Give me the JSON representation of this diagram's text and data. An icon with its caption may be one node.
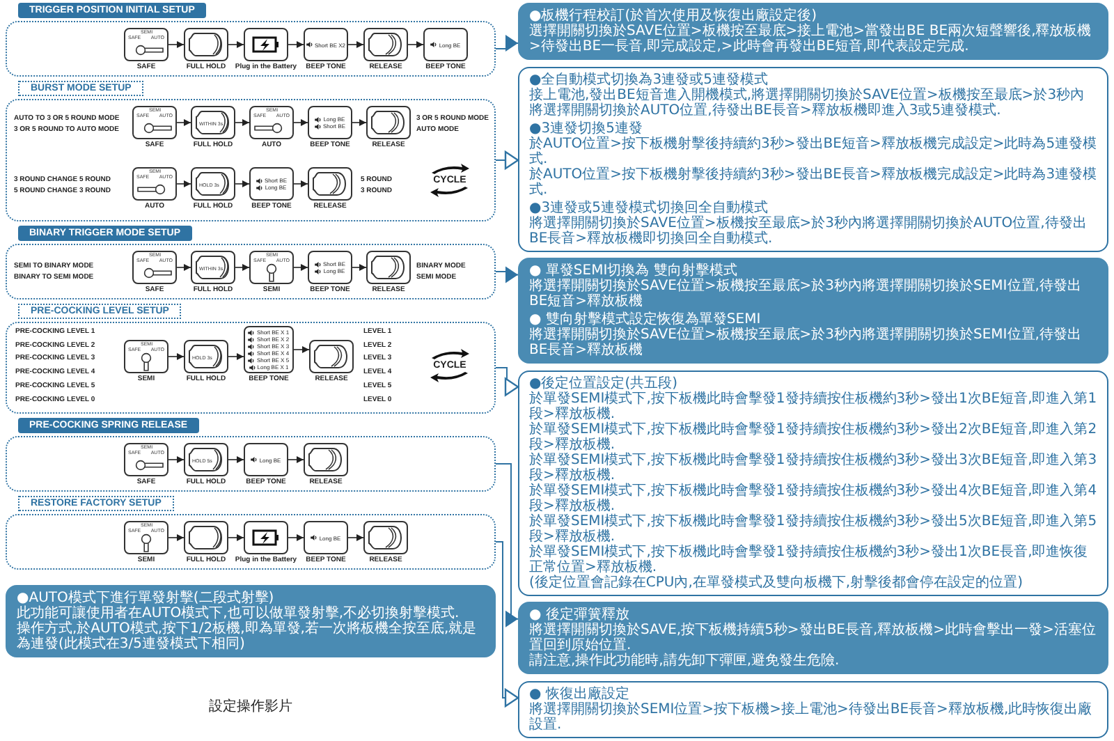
{
  "diagram": {
    "nodes": [
      {
        "text": [
          "TRIGGER POSITION INITIAL SETUP"
        ]
      },
      {
        "text": [
          "SAFE",
          "SEMI",
          "AUTO"
        ],
        "in": 0,
        "beside": [
          "SAFE"
        ]
      },
      {
        "text": [],
        "shape": "picture",
        "in": 0,
        "beside": [
          "FULL HOLD"
        ]
      },
      {
        "text": [],
        "shape": "picture",
        "in": 0,
        "beside": [
          "Plug in the Battery"
        ]
      },
      {
        "text": [
          "Short BE X2"
        ],
        "in": 0,
        "beside": [
          "BEEP TONE"
        ]
      },
      {
        "text": [],
        "shape": "picture",
        "in": 0,
        "beside": [
          "RELEASE"
        ]
      },
      {
        "text": [
          "Long BE"
        ],
        "in": 0,
        "beside": [
          "BEEP TONE"
        ]
      },
      {
        "text": [
          "BURST MODE SETUP",
          "AUTO TO 3 OR 5 ROUND MODE",
          "3 OR 5 ROUND TO AUTO MODE",
          "3 OR 5 ROUND MODE",
          "AUTO MODE",
          "3 ROUND CHANGE 5 ROUND",
          "5 ROUND CHANGE 3 ROUND",
          "5 ROUND",
          "3 ROUND",
          "CYCLE"
        ]
      },
      {
        "text": [
          "SAFE",
          "SEMI",
          "AUTO"
        ],
        "in": 7,
        "beside": [
          "SAFE"
        ]
      },
      {
        "text": [
          "WITHIN 3s"
        ],
        "in": 7,
        "beside": [
          "FULL HOLD"
        ]
      },
      {
        "text": [
          "SAFE",
          "SEMI",
          "AUTO"
        ],
        "in": 7,
        "beside": [
          "AUTO"
        ]
      },
      {
        "text": [
          "Long BE",
          "Short BE"
        ],
        "in": 7,
        "beside": [
          "BEEP TONE"
        ]
      },
      {
        "text": [],
        "shape": "picture",
        "in": 7,
        "beside": [
          "RELEASE"
        ]
      },
      {
        "text": [
          "SAFE",
          "SEMI",
          "AUTO"
        ],
        "in": 7,
        "beside": [
          "AUTO"
        ]
      },
      {
        "text": [
          "HOLD 3s"
        ],
        "in": 7,
        "beside": [
          "FULL HOLD"
        ]
      },
      {
        "text": [
          "Short BE",
          "Long BE"
        ],
        "in": 7,
        "beside": [
          "BEEP TONE"
        ]
      },
      {
        "text": [],
        "shape": "picture",
        "in": 7,
        "beside": [
          "RELEASE"
        ]
      },
      {
        "text": [
          "BINARY TRIGGER MODE SETUP",
          "SEMI TO BINARY MODE",
          "BINARY TO SEMI MODE",
          "BINARY MODE",
          "SEMI MODE"
        ]
      },
      {
        "text": [
          "SAFE",
          "SEMI",
          "AUTO"
        ],
        "in": 17,
        "beside": [
          "SAFE"
        ]
      },
      {
        "text": [
          "WITHIN 3s"
        ],
        "in": 17,
        "beside": [
          "FULL HOLD"
        ]
      },
      {
        "text": [
          "SAFE",
          "SEMI",
          "AUTO"
        ],
        "in": 17,
        "beside": [
          "SEMI"
        ]
      },
      {
        "text": [
          "Short BE",
          "Long BE"
        ],
        "in": 17,
        "beside": [
          "BEEP TONE"
        ]
      },
      {
        "text": [],
        "shape": "picture",
        "in": 17,
        "beside": [
          "RELEASE"
        ]
      },
      {
        "text": [
          "PRE-COCKING LEVEL SETUP",
          "PRE-COCKING LEVEL 1",
          "PRE-COCKING LEVEL 2",
          "PRE-COCKING LEVEL 3",
          "PRE-COCKING LEVEL 4",
          "PRE-COCKING LEVEL 5",
          "PRE-COCKING LEVEL 0",
          "LEVEL 1",
          "LEVEL 2",
          "LEVEL 3",
          "LEVEL 4",
          "LEVEL 5",
          "LEVEL 0",
          "CYCLE"
        ]
      },
      {
        "text": [
          "SAFE",
          "SEMI",
          "AUTO"
        ],
        "in": 23,
        "beside": [
          "SEMI"
        ]
      },
      {
        "text": [
          "HOLD 3s"
        ],
        "in": 23,
        "beside": [
          "FULL HOLD"
        ]
      },
      {
        "text": [
          "Short BE X 1",
          "Short BE X 2",
          "Short BE X 3",
          "Short BE X 4",
          "Short BE X 5",
          "Long BE X 1"
        ],
        "in": 23,
        "beside": [
          "BEEP TONE"
        ]
      },
      {
        "text": [],
        "shape": "picture",
        "in": 23,
        "beside": [
          "RELEASE"
        ]
      },
      {
        "text": [
          "PRE-COCKING SPRING RELEASE"
        ]
      },
      {
        "text": [
          "SAFE",
          "SEMI",
          "AUTO"
        ],
        "in": 28,
        "beside": [
          "SAFE"
        ]
      },
      {
        "text": [
          "HOLD 5s"
        ],
        "in": 28,
        "beside": [
          "FULL HOLD"
        ]
      },
      {
        "text": [
          "Long BE"
        ],
        "in": 28,
        "beside": [
          "BEEP TONE"
        ]
      },
      {
        "text": [],
        "shape": "picture",
        "in": 28,
        "beside": [
          "RELEASE"
        ]
      },
      {
        "text": [
          "RESTORE FACTORY SETUP"
        ]
      },
      {
        "text": [
          "SAFE",
          "SEMI",
          "AUTO"
        ],
        "in": 33,
        "beside": [
          "SEMI"
        ]
      },
      {
        "text": [],
        "shape": "picture",
        "in": 33,
        "beside": [
          "FULL HOLD"
        ]
      },
      {
        "text": [],
        "shape": "picture",
        "in": 33,
        "beside": [
          "Plug in the Battery"
        ]
      },
      {
        "text": [
          "Long BE"
        ],
        "in": 33,
        "beside": [
          "BEEP TONE"
        ]
      },
      {
        "text": [],
        "shape": "picture",
        "in": 33,
        "beside": [
          "RELEASE"
        ]
      },
      {
        "text": [
          "●板機行程校訂(於首次使用及恢復出廠設定後)",
          "選擇開關切換於SAVE位置>板機按至最底>接上電池>當發出BE BE兩次短聲響後,釋放板機>待發出BE一長音,即完成設定,>此時會再發出BE短音,即代表設定完成."
        ]
      },
      {
        "text": [
          "●全自動模式切換為3連發或5連發模式",
          "接上電池,發出BE短音進入開機模式,將選擇開關切換於SAVE位置>板機按至最底>於3秒內將選擇開關切換於AUTO位置,待發出BE長音>釋放板機即進入3或5連發模式.",
          "●3連發切換5連發",
          "於AUTO位置>按下板機射擊後持續約3秒>發出BE短音>釋放板機完成設定>此時為5連發模式.",
          "於AUTO位置>按下板機射擊後持續約3秒>發出BE長音>釋放板機完成設定>此時為3連發模式.",
          "●3連發或5連發模式切換回全自動模式",
          "將選擇開關切換於SAVE位置>板機按至最底>於3秒內將選擇開關切換於AUTO位置,待發出BE長音>釋放板機即切換回全自動模式."
        ]
      },
      {
        "text": [
          "● 單發SEMI切換為 雙向射擊模式",
          "將選擇開關切換於SAVE位置>板機按至最底>於3秒內將選擇開關切換於SEMI位置,待發出BE短音>釋放板機",
          "● 雙向射擊模式設定恢復為單發SEMI",
          "將選擇開關切換於SAVE位置>板機按至最底>於3秒內將選擇開關切換於SEMI位置,待發出BE長音>釋放板機"
        ]
      },
      {
        "text": [
          "●後定位置設定(共五段)",
          "於單發SEMI模式下,按下板機此時會擊發1發持續按住板機約3秒>發出1次BE短音,即進入第1段>釋放板機.",
          "於單發SEMI模式下,按下板機此時會擊發1發持續按住板機約3秒>發出2次BE短音,即進入第2段>釋放板機.",
          "於單發SEMI模式下,按下板機此時會擊發1發持續按住板機約3秒>發出3次BE短音,即進入第3段>釋放板機.",
          "於單發SEMI模式下,按下板機此時會擊發1發持續按住板機約3秒>發出4次BE短音,即進入第4段>釋放板機.",
          "於單發SEMI模式下,按下板機此時會擊發1發持續按住板機約3秒>發出5次BE短音,即進入第5段>釋放板機.",
          "於單發SEMI模式下,按下板機此時會擊發1發持續按住板機約3秒>發出1次BE長音,即進恢復正常位置>釋放板機.",
          "(後定位置會記錄在CPU內,在單發模式及雙向板機下,射擊後都會停在設定的位置)"
        ]
      },
      {
        "text": [
          "● 後定彈簧釋放",
          "將選擇開關切換於SAVE,按下板機持續5秒>發出BE長音,釋放板機>此時會擊出一發>活塞位置回到原始位置.",
          "請注意,操作此功能時,請先卸下彈匣,避免發生危險."
        ]
      },
      {
        "text": [
          "● 恢復出廠設定",
          "將選擇開關切換於SEMI位置>按下板機>接上電池>待發出BE長音>釋放板機,此時恢復出廠設置."
        ]
      },
      {
        "text": [
          "●AUTO模式下進行單發射擊(二段式射擊)",
          "此功能可讓使用者在AUTO模式下,也可以做單發射擊,不必切換射擊模式.",
          "操作方式,於AUTO模式,按下1/2板機,即為單發,若一次將板機全按至底,就是為連發(此模式在3/5連發模式下相同)"
        ]
      }
    ],
    "edges": [
      {
        "from": 1,
        "to": 2,
        "arrow": "to"
      },
      {
        "from": 2,
        "to": 3,
        "arrow": "to"
      },
      {
        "from": 3,
        "to": 4,
        "arrow": "to"
      },
      {
        "from": 4,
        "to": 5,
        "arrow": "to"
      },
      {
        "from": 5,
        "to": 6,
        "arrow": "to"
      },
      {
        "from": 8,
        "to": 9,
        "arrow": "to"
      },
      {
        "from": 9,
        "to": 10,
        "arrow": "to"
      },
      {
        "from": 10,
        "to": 11,
        "arrow": "to"
      },
      {
        "from": 11,
        "to": 12,
        "arrow": "to"
      },
      {
        "from": 13,
        "to": 14,
        "arrow": "to"
      },
      {
        "from": 14,
        "to": 15,
        "arrow": "to"
      },
      {
        "from": 15,
        "to": 16,
        "arrow": "to"
      },
      {
        "from": 18,
        "to": 19,
        "arrow": "to"
      },
      {
        "from": 19,
        "to": 20,
        "arrow": "to"
      },
      {
        "from": 20,
        "to": 21,
        "arrow": "to"
      },
      {
        "from": 21,
        "to": 22,
        "arrow": "to"
      },
      {
        "from": 24,
        "to": 25,
        "arrow": "to"
      },
      {
        "from": 25,
        "to": 26,
        "arrow": "to"
      },
      {
        "from": 26,
        "to": 27,
        "arrow": "to"
      },
      {
        "from": 29,
        "to": 30,
        "arrow": "to"
      },
      {
        "from": 30,
        "to": 31,
        "arrow": "to"
      },
      {
        "from": 31,
        "to": 32,
        "arrow": "to"
      },
      {
        "from": 34,
        "to": 35,
        "arrow": "to"
      },
      {
        "from": 35,
        "to": 36,
        "arrow": "to"
      },
      {
        "from": 36,
        "to": 37,
        "arrow": "to"
      },
      {
        "from": 37,
        "to": 38,
        "arrow": "to"
      },
      {
        "from": 0,
        "to": 39,
        "arrow": "to",
        "color": "#2f73a3"
      },
      {
        "from": 7,
        "to": 40,
        "arrow": "to",
        "color": "#2f73a3"
      },
      {
        "from": 17,
        "to": 41,
        "arrow": "to",
        "color": "#2f73a3"
      },
      {
        "from": 23,
        "to": 42,
        "arrow": "to",
        "color": "#2f73a3"
      },
      {
        "from": 28,
        "to": 43,
        "arrow": "to",
        "color": "#2f73a3"
      },
      {
        "from": 33,
        "to": 44,
        "arrow": "to",
        "color": "#2f73a3"
      }
    ],
    "labels": [
      "設定操作影片"
    ]
  }
}
